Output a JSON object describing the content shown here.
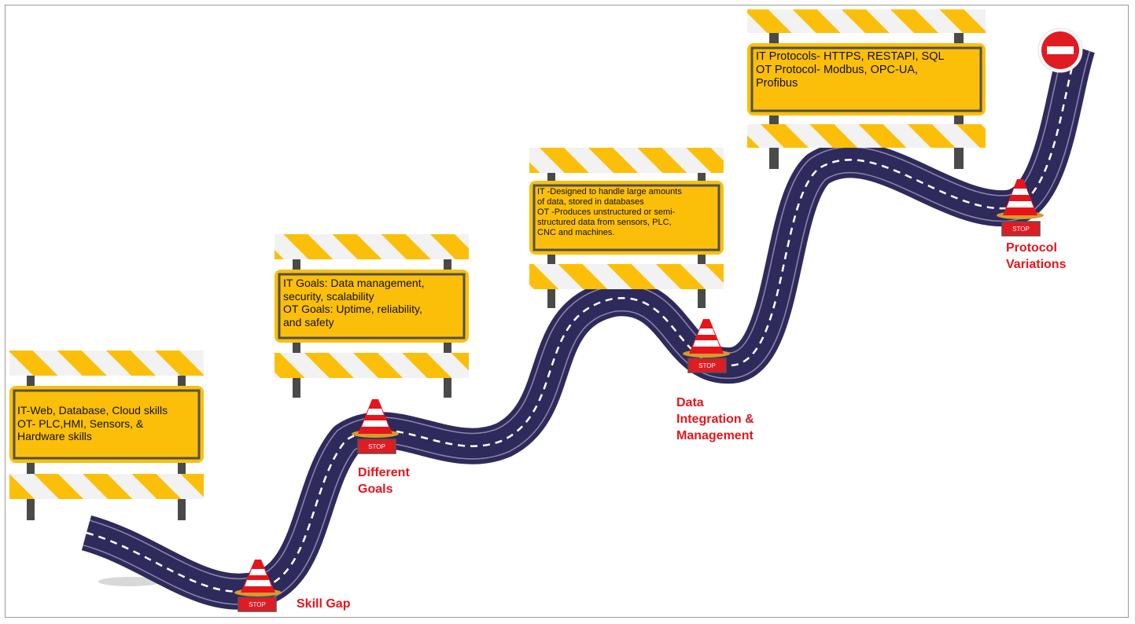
{
  "signs": [
    {
      "id": "skill",
      "lines": "IT-Web, Database, Cloud skills\nOT- PLC,HMI, Sensors, &\nHardware skills"
    },
    {
      "id": "goals",
      "lines": "IT Goals: Data management,\nsecurity, scalability\nOT Goals: Uptime, reliability,\nand safety"
    },
    {
      "id": "data",
      "lines": "IT -Designed to handle large amounts\nof data, stored in databases\nOT -Produces unstructured or semi-\nstructured data from sensors, PLC,\nCNC and machines."
    },
    {
      "id": "protocol",
      "lines": "IT Protocols- HTTPS, RESTAPI, SQL\nOT Protocol- Modbus, OPC-UA,\nProfibus"
    }
  ],
  "stops": [
    {
      "id": "skill",
      "label": "Skill Gap",
      "sign": "STOP"
    },
    {
      "id": "goals",
      "label": "Different\nGoals",
      "sign": "STOP"
    },
    {
      "id": "data",
      "label": "Data\nIntegration &\nManagement",
      "sign": "STOP"
    },
    {
      "id": "protocol",
      "label": "Protocol\nVariations",
      "sign": "STOP"
    }
  ],
  "colors": {
    "road": "#2f2a5c",
    "barricade_yellow": "#fcbf09",
    "sign_border": "#505050",
    "label_red": "#e8141b",
    "stop_red": "#e11b22",
    "cone_red": "#e8141b",
    "no_entry_red": "#e11b22"
  },
  "icons": [
    "barricade-icon",
    "traffic-cone-icon",
    "stop-sign-icon",
    "no-entry-icon"
  ]
}
